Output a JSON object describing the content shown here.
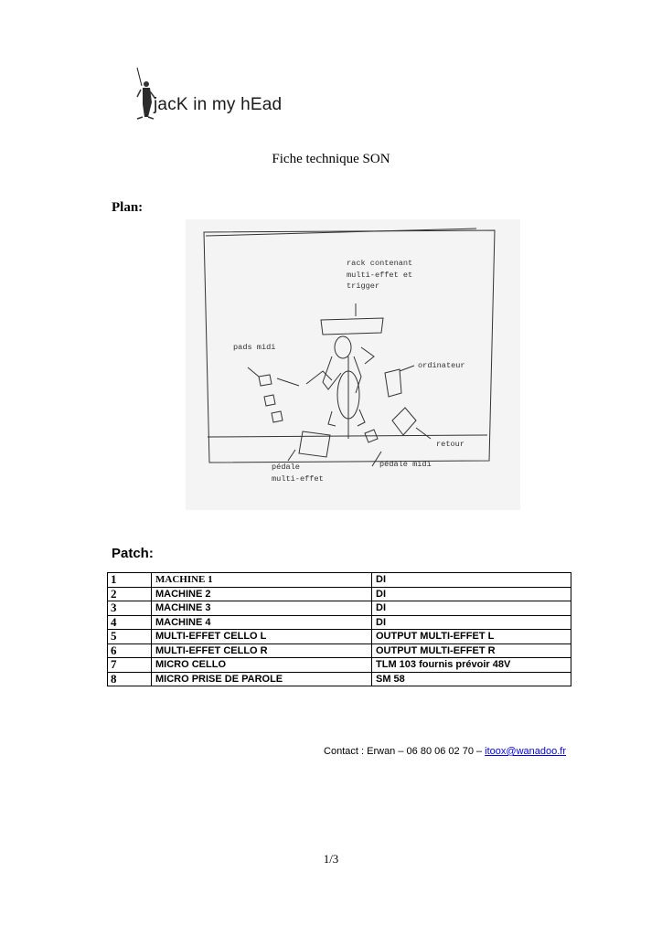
{
  "logo": {
    "text": "jacK in my hEad"
  },
  "document": {
    "title": "Fiche technique SON"
  },
  "plan": {
    "heading": "Plan:",
    "labels": {
      "rack": "rack contenant\nmulti-effet et\ntrigger",
      "pads": "pads midi",
      "ordinateur": "ordinateur",
      "retour": "retour",
      "pedale_multi": "pédale\nmulti-effet",
      "pedale_midi": "pédale midi"
    }
  },
  "patch": {
    "heading": "Patch:",
    "rows": [
      {
        "num": "1",
        "source": "MACHINE 1",
        "target": "DI"
      },
      {
        "num": "2",
        "source": "MACHINE 2",
        "target": "DI"
      },
      {
        "num": "3",
        "source": "MACHINE 3",
        "target": "DI"
      },
      {
        "num": "4",
        "source": "MACHINE 4",
        "target": "DI"
      },
      {
        "num": "5",
        "source": "MULTI-EFFET CELLO L",
        "target": "OUTPUT MULTI-EFFET L"
      },
      {
        "num": "6",
        "source": "MULTI-EFFET CELLO R",
        "target": "OUTPUT MULTI-EFFET R"
      },
      {
        "num": "7",
        "source": "MICRO CELLO",
        "target": "TLM 103 fournis prévoir 48V"
      },
      {
        "num": "8",
        "source": "MICRO PRISE DE PAROLE",
        "target": "SM 58"
      }
    ]
  },
  "contact": {
    "text": "Contact : Erwan – 06 80 06 02 70 – ",
    "email": "itoox@wanadoo.fr"
  },
  "footer": {
    "page": "1/3"
  }
}
